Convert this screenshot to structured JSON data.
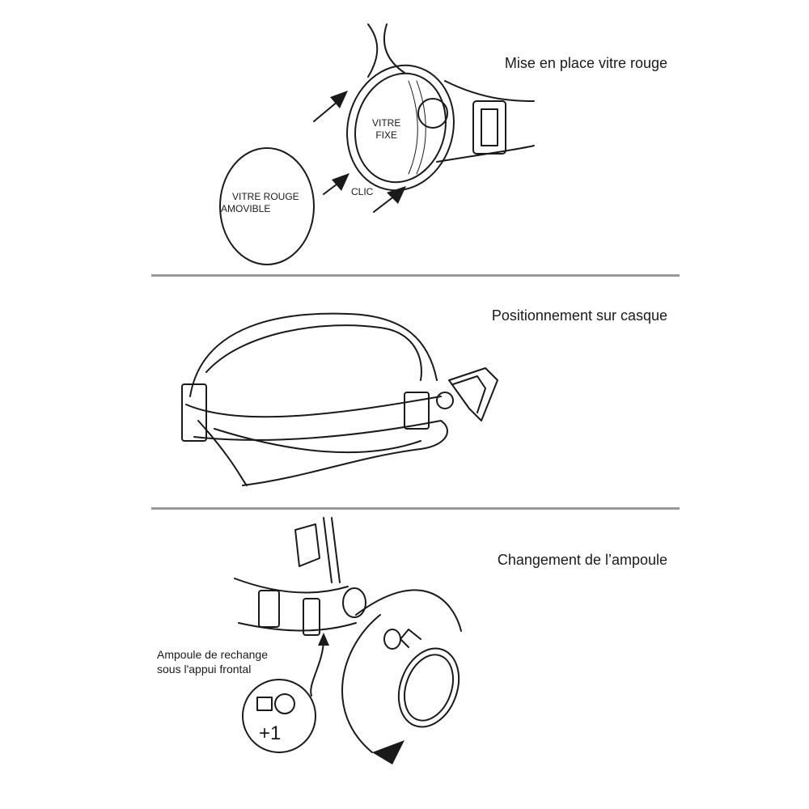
{
  "sections": [
    {
      "title": "Mise en place vitre rouge",
      "labels": {
        "fixed_glass": "VITRE\nFIXE",
        "fixed_glass_l1": "VITRE",
        "fixed_glass_l2": "FIXE",
        "click": "CLIC",
        "red_glass_l1": "VITRE ROUGE",
        "red_glass_l2": "AMOVIBLE"
      }
    },
    {
      "title": "Positionnement sur casque"
    },
    {
      "title": "Changement de l’ampoule",
      "caption_l1": "Ampoule de rechange",
      "caption_l2": "sous l'appui frontal",
      "spare_count": "+1"
    }
  ]
}
